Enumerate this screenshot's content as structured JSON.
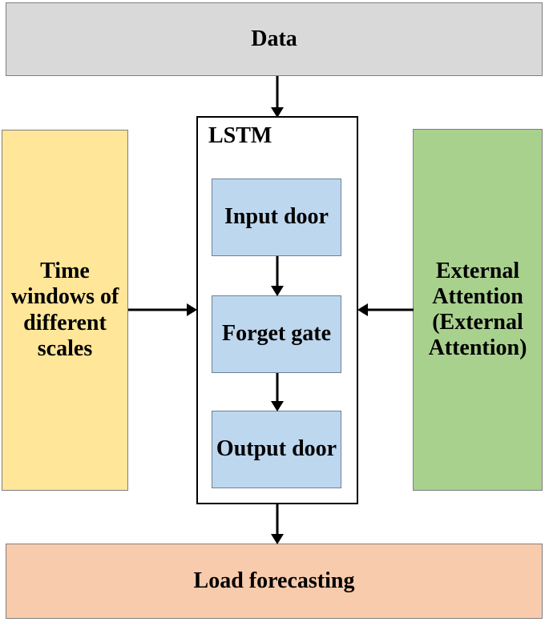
{
  "diagram": {
    "data_box": {
      "label": "Data",
      "fill": "#d9d9d9"
    },
    "left_box": {
      "label": "Time windows of different scales",
      "fill": "#ffe699"
    },
    "right_box": {
      "label": "External Attention (External Attention)",
      "fill": "#a9d18e"
    },
    "lstm": {
      "label": "LSTM",
      "container_fill": "#ffffff",
      "gate_fill": "#bdd7ee",
      "gates": [
        {
          "label": "Input door"
        },
        {
          "label": "Forget gate"
        },
        {
          "label": "Output door"
        }
      ]
    },
    "output_box": {
      "label": "Load forecasting",
      "fill": "#f8cbad"
    },
    "arrow_color": "#000000"
  }
}
